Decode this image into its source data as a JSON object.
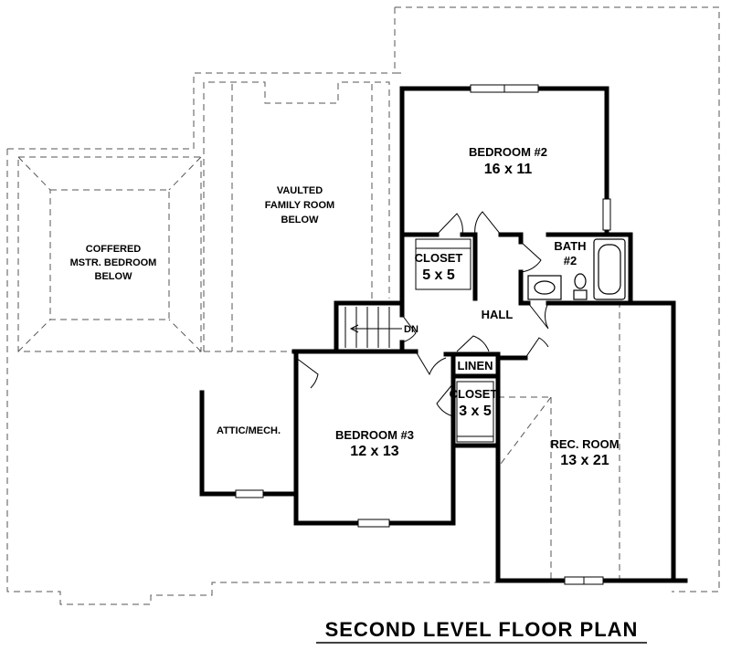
{
  "title": "SECOND LEVEL FLOOR PLAN",
  "rooms": {
    "coffered": {
      "line1": "COFFERED",
      "line2": "MSTR. BEDROOM",
      "line3": "BELOW"
    },
    "vaulted": {
      "line1": "VAULTED",
      "line2": "FAMILY ROOM",
      "line3": "BELOW"
    },
    "bedroom2": {
      "name": "BEDROOM #2",
      "dims": "16 x 11"
    },
    "closet1": {
      "name": "CLOSET",
      "dims": "5 x 5"
    },
    "bath2": {
      "name": "BATH",
      "num": "#2"
    },
    "hall": {
      "name": "HALL"
    },
    "stair": {
      "label": "DN"
    },
    "linen": {
      "name": "LINEN"
    },
    "closet2": {
      "name": "CLOSET",
      "dims": "3 x 5"
    },
    "attic": {
      "name": "ATTIC/MECH."
    },
    "bedroom3": {
      "name": "BEDROOM #3",
      "dims": "12 x 13"
    },
    "rec": {
      "name": "REC. ROOM",
      "dims": "13 x 21"
    }
  }
}
